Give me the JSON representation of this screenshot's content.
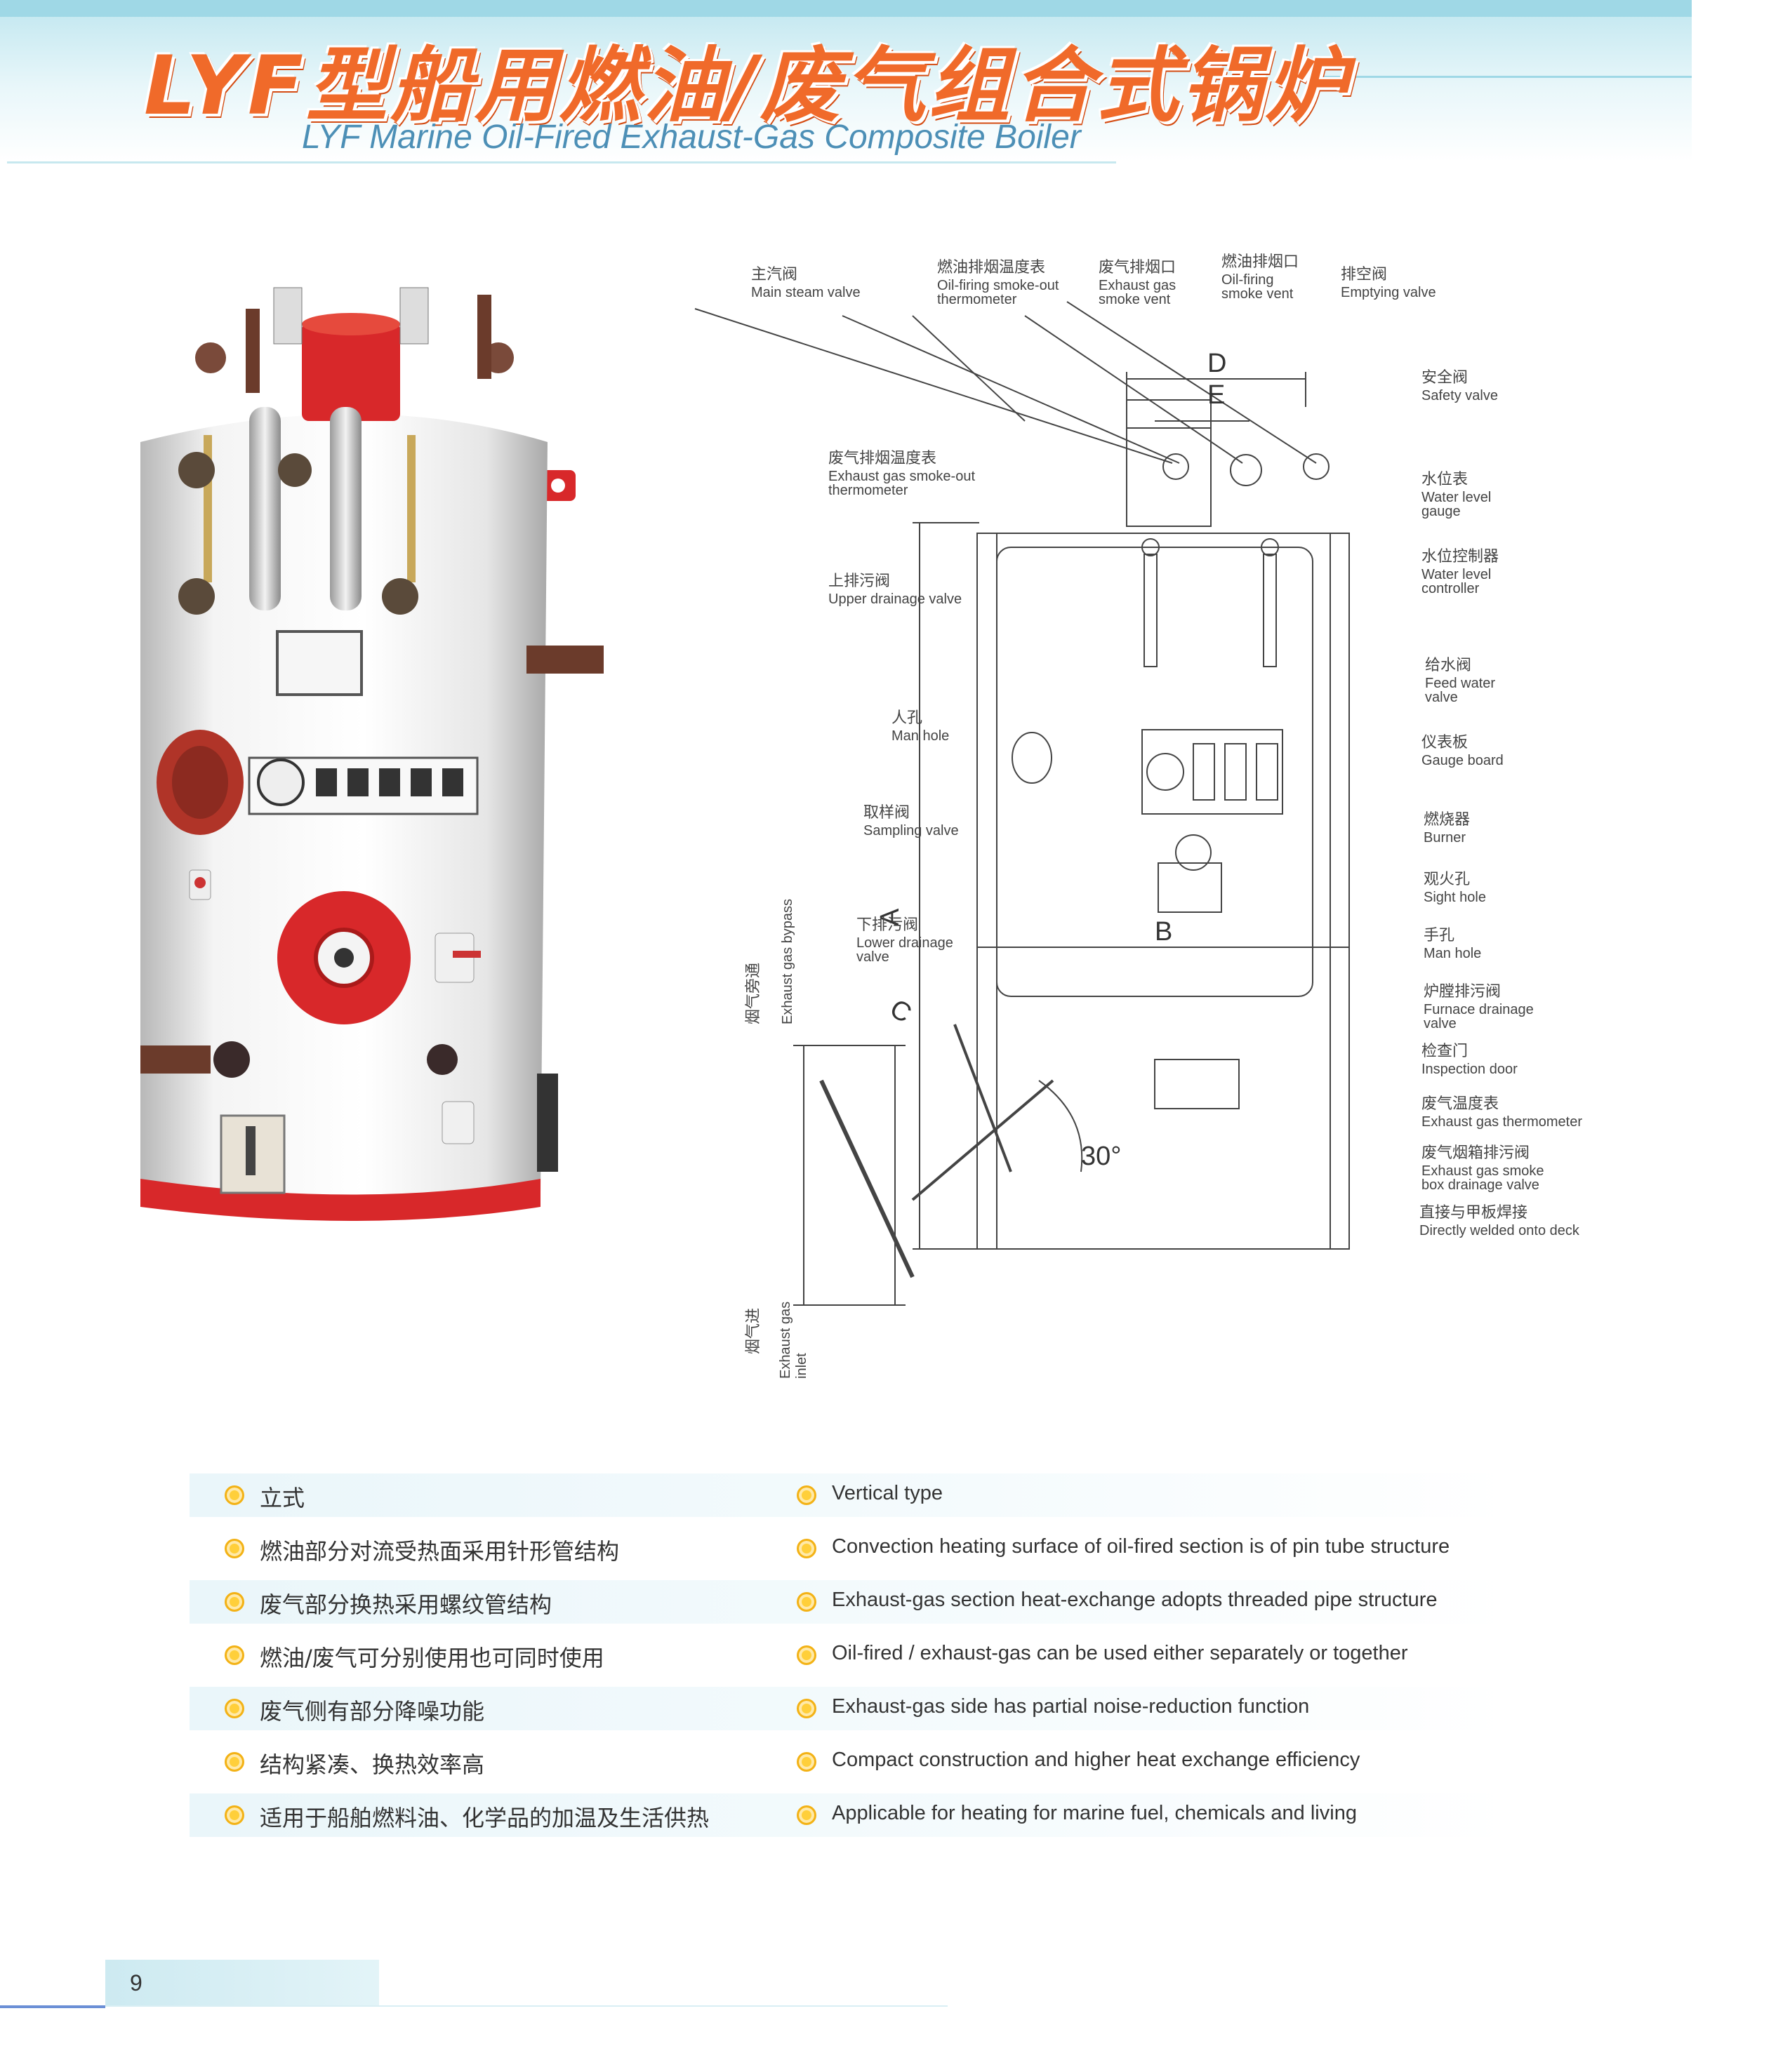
{
  "header": {
    "title_cn": "LYF型船用燃油/废气组合式锅炉",
    "title_en": "LYF Marine Oil-Fired Exhaust-Gas Composite Boiler"
  },
  "diagram": {
    "labels_top": [
      {
        "cn": "主汽阀",
        "en": "Main steam valve"
      },
      {
        "cn": "燃油排烟温度表",
        "en1": "Oil-firing smoke-out",
        "en2": "thermometer"
      },
      {
        "cn": "废气排烟口",
        "en1": "Exhaust gas",
        "en2": "smoke vent"
      },
      {
        "cn": "燃油排烟口",
        "en1": "Oil-firing",
        "en2": "smoke vent"
      },
      {
        "cn": "排空阀",
        "en": "Emptying valve"
      }
    ],
    "labels_left": [
      {
        "cn": "废气排烟温度表",
        "en1": "Exhaust gas smoke-out",
        "en2": "thermometer"
      },
      {
        "cn": "上排污阀",
        "en": "Upper drainage valve"
      },
      {
        "cn": "人孔",
        "en": "Man hole"
      },
      {
        "cn": "取样阀",
        "en": "Sampling valve"
      },
      {
        "cn": "下排污阀",
        "en1": "Lower drainage",
        "en2": "valve"
      }
    ],
    "labels_right": [
      {
        "cn": "安全阀",
        "en": "Safety valve"
      },
      {
        "cn": "水位表",
        "en1": "Water level",
        "en2": "gauge"
      },
      {
        "cn": "水位控制器",
        "en1": "Water level",
        "en2": "controller"
      },
      {
        "cn": "给水阀",
        "en1": "Feed water",
        "en2": "valve"
      },
      {
        "cn": "仪表板",
        "en": "Gauge board"
      },
      {
        "cn": "燃烧器",
        "en": "Burner"
      },
      {
        "cn": "观火孔",
        "en": "Sight hole"
      },
      {
        "cn": "手孔",
        "en": "Man hole"
      },
      {
        "cn": "炉膛排污阀",
        "en1": "Furnace drainage",
        "en2": "valve"
      },
      {
        "cn": "检查门",
        "en": "Inspection door"
      },
      {
        "cn": "废气温度表",
        "en": "Exhaust gas thermometer"
      },
      {
        "cn": "废气烟箱排污阀",
        "en1": "Exhaust gas smoke",
        "en2": "box drainage valve"
      },
      {
        "cn": "直接与甲板焊接",
        "en": "Directly welded onto deck"
      }
    ],
    "bypass": {
      "cn": "烟气旁通",
      "en": "Exhaust gas bypass"
    },
    "inlet": {
      "cn": "烟气进",
      "en1": "Exhaust gas",
      "en2": "inlet"
    },
    "dims": {
      "A": "A",
      "B": "B",
      "C": "C",
      "D": "D",
      "E": "E",
      "angle": "30°"
    }
  },
  "features": [
    {
      "cn": "立式",
      "en": "Vertical type"
    },
    {
      "cn": "燃油部分对流受热面采用针形管结构",
      "en": "Convection heating surface of oil-fired section is of pin tube structure"
    },
    {
      "cn": "废气部分换热采用螺纹管结构",
      "en": " Exhaust-gas section heat-exchange adopts threaded pipe structure"
    },
    {
      "cn": "燃油/废气可分别使用也可同时使用",
      "en": "Oil-fired / exhaust-gas can be used either separately or together"
    },
    {
      "cn": "废气侧有部分降噪功能",
      "en": "Exhaust-gas side has partial noise-reduction function"
    },
    {
      "cn": "结构紧凑、换热效率高",
      "en": "Compact construction and higher heat exchange efficiency"
    },
    {
      "cn": "适用于船舶燃料油、化学品的加温及生活供热",
      "en": "Applicable for heating for marine fuel, chemicals and living"
    }
  ],
  "footer": {
    "page_number": "9"
  },
  "colors": {
    "title": "#f06a2a",
    "subtitle": "#4c8fb6",
    "band": "#bfe6ef",
    "bullet": "#ffcf3a",
    "boiler_red": "#d8282a"
  }
}
